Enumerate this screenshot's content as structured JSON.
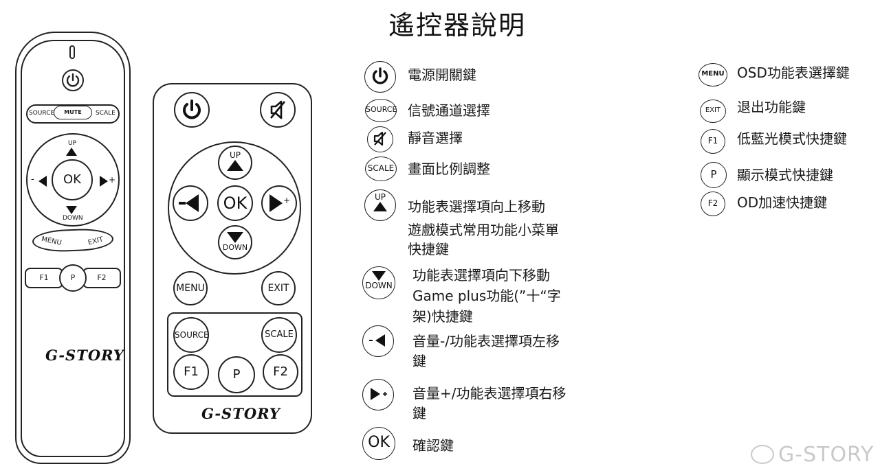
{
  "title": "遙控器說明",
  "remote_a": {
    "source": "SOURCE",
    "mute": "MUTE",
    "scale": "SCALE",
    "up": "UP",
    "ok": "OK",
    "minus": "-",
    "plus": "+",
    "down": "DOWN",
    "menu": "MENU",
    "exit": "EXIT",
    "f1": "F1",
    "p": "P",
    "f2": "F2",
    "brand": "G-STORY"
  },
  "remote_b": {
    "up": "UP",
    "ok": "OK",
    "plus": "+",
    "down": "DOWN",
    "menu": "MENU",
    "exit": "EXIT",
    "source": "SOURCE",
    "scale": "SCALE",
    "f1": "F1",
    "p": "P",
    "f2": "F2",
    "brand": "G-STORY"
  },
  "legend_left": [
    {
      "icon": "power-icon",
      "icon_text": "",
      "lines": [
        "電源開關鍵"
      ]
    },
    {
      "icon": "source-icon",
      "icon_text": "SOURCE",
      "lines": [
        "信號通道選擇"
      ]
    },
    {
      "icon": "mute-icon",
      "icon_text": "",
      "lines": [
        "靜音選擇"
      ]
    },
    {
      "icon": "scale-icon",
      "icon_text": "SCALE",
      "lines": [
        "畫面比例調整"
      ]
    },
    {
      "icon": "up-icon",
      "icon_text": "UP",
      "lines": [
        "功能表選擇項向上移動",
        "遊戲模式常用功能小菜單",
        "快捷鍵"
      ]
    },
    {
      "icon": "down-icon",
      "icon_text": "DOWN",
      "lines": [
        "功能表選擇項向下移動",
        "Game plus功能(”十“字",
        "架)快捷鍵"
      ]
    },
    {
      "icon": "volume-minus-icon",
      "icon_text": "-",
      "lines": [
        "音量-/功能表選擇項左移",
        "鍵"
      ]
    },
    {
      "icon": "volume-plus-icon",
      "icon_text": "+",
      "lines": [
        "音量+/功能表選擇項右移",
        "鍵"
      ]
    },
    {
      "icon": "ok-icon",
      "icon_text": "OK",
      "lines": [
        "確認鍵"
      ]
    }
  ],
  "legend_right": [
    {
      "icon": "menu-icon",
      "icon_text": "MENU",
      "lines": [
        "OSD功能表選擇鍵"
      ]
    },
    {
      "icon": "exit-icon",
      "icon_text": "EXIT",
      "lines": [
        "退出功能鍵"
      ]
    },
    {
      "icon": "f1-icon",
      "icon_text": "F1",
      "lines": [
        "低藍光模式快捷鍵"
      ]
    },
    {
      "icon": "p-icon",
      "icon_text": "P",
      "lines": [
        "顯示模式快捷鍵"
      ]
    },
    {
      "icon": "f2-icon",
      "icon_text": "F2",
      "lines": [
        "OD加速快捷鍵"
      ]
    }
  ],
  "watermark": "G-STORY"
}
